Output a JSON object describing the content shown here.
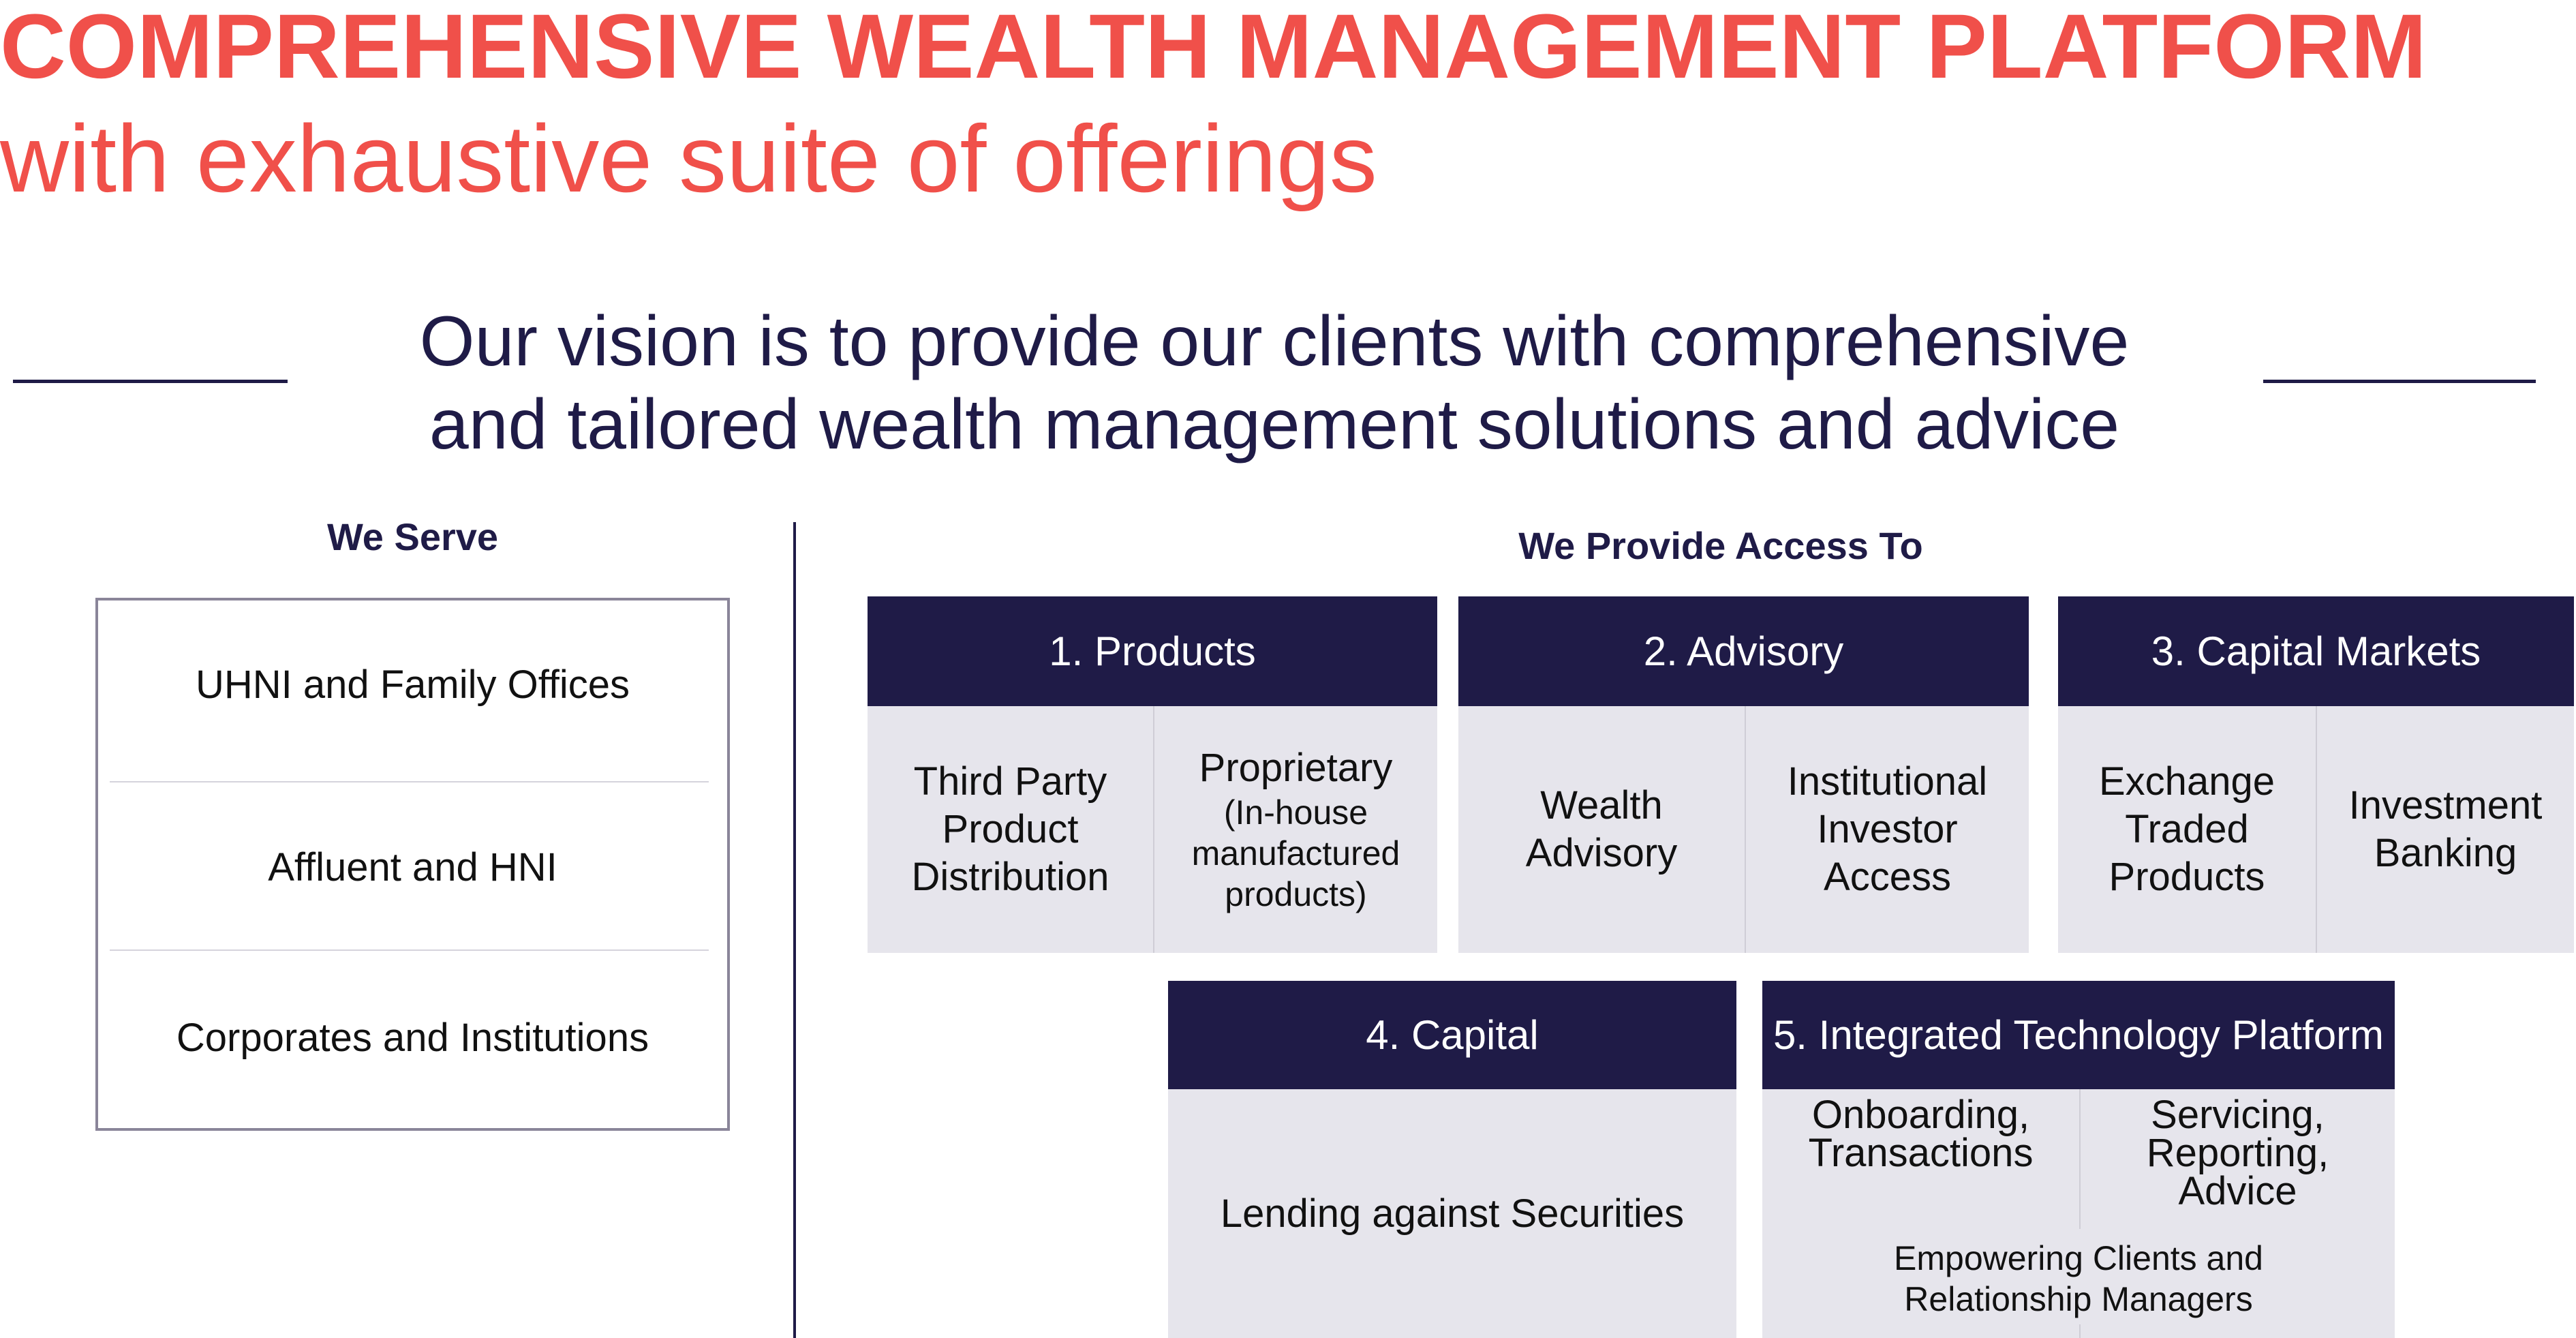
{
  "header": {
    "title": "COMPREHENSIVE WEALTH MANAGEMENT PLATFORM",
    "subtitle": "with exhaustive suite of offerings"
  },
  "vision": {
    "line1": "Our vision is to provide our clients with comprehensive",
    "line2": "and tailored wealth management solutions and advice"
  },
  "serve": {
    "heading": "We Serve",
    "items": [
      "UHNI and Family Offices",
      "Affluent and HNI",
      "Corporates and Institutions"
    ]
  },
  "provide": {
    "heading": "We Provide Access To",
    "cards": [
      {
        "title": "1. Products",
        "cells": [
          "Third Party Product Distribution",
          "Proprietary",
          "(In-house manufactured products)"
        ]
      },
      {
        "title": "2. Advisory",
        "cells": [
          "Wealth Advisory",
          "Institutional Investor Access"
        ]
      },
      {
        "title": "3. Capital Markets",
        "cells": [
          "Exchange Traded Products",
          "Investment Banking"
        ]
      },
      {
        "title": "4. Capital",
        "cells": [
          "Lending against Securities"
        ]
      },
      {
        "title": "5. Integrated Technology Platform",
        "cells": [
          "Onboarding, Transactions",
          "Servicing, Reporting, Advice",
          "Empowering Clients and Relationship Managers"
        ]
      }
    ]
  },
  "colors": {
    "accent": "#f0504a",
    "navy": "#1f1b47",
    "panel": "#e6e5ec"
  }
}
